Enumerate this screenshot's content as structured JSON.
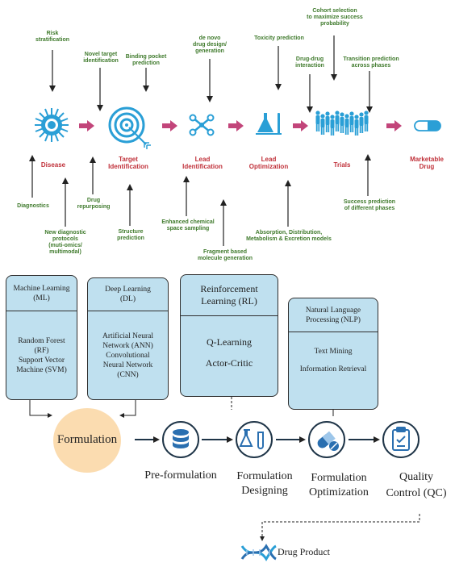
{
  "pipeline": {
    "stages": {
      "disease": "Disease",
      "target": "Target\nIdentification",
      "lead_id": "Lead\nIdentification",
      "lead_opt": "Lead\nOptimization",
      "trials": "Trials",
      "marketable": "Marketable\nDrug"
    },
    "annotations": {
      "risk": "Risk\nstratification",
      "novel_target": "Novel target\nidentification",
      "binding": "Binding pocket\nprediction",
      "denovo": "de novo\ndrug design/\ngeneration",
      "toxicity": "Toxicity prediction",
      "ddi": "Drug-drug\ninteraction",
      "cohort": "Cohort selection\nto maximize success\nprobability",
      "transition": "Transition prediction\nacross phases",
      "diagnostics": "Diagnostics",
      "new_diag": "New diagnostic\nprotocols\n(muti-omics/\nmultimodal)",
      "repurposing": "Drug\nrepurposing",
      "structure": "Structure\nprediction",
      "enhanced": "Enhanced chemical\nspace sampling",
      "fragment": "Fragment based\nmolecule generation",
      "admet": "Absorption, Distribution,\nMetabolism & Excretion models",
      "success": "Success prediction\nof different phases"
    }
  },
  "ml_boxes": {
    "ml": {
      "title": "Machine Learning\n(ML)",
      "body": "Random Forest\n(RF)\nSupport Vector\nMachine (SVM)"
    },
    "dl": {
      "title": "Deep Learning\n(DL)",
      "body": "Artificial Neural\nNetwork (ANN)\nConvolutional\nNeural Network\n(CNN)"
    },
    "rl": {
      "title": "Reinforcement\nLearning (RL)",
      "body": "Q-Learning\n\nActor-Critic"
    },
    "nlp": {
      "title": "Natural Language\nProcessing (NLP)",
      "body": "Text Mining\n\nInformation Retrieval"
    }
  },
  "formulation": {
    "main": "Formulation",
    "steps": {
      "pre": "Pre-formulation",
      "designing": "Formulation\nDesigning",
      "optimization": "Formulation\nOptimization",
      "qc": "Quality\nControl (QC)"
    },
    "product": "Drug Product"
  },
  "colors": {
    "green_text": "#3f7a2c",
    "red_text": "#c0313a",
    "pink_arrow": "#c2457a",
    "box_fill": "#bfe0ef",
    "formulation_circle": "#fbdcb0",
    "dark_navy": "#1f3548"
  },
  "icons": [
    "virus-icon",
    "target-icon",
    "molecule-icon",
    "flask-icon",
    "crowd-icon",
    "pill-capsule-icon",
    "database-icon",
    "beakers-icon",
    "pills-icon",
    "clipboard-check-icon",
    "dna-icon"
  ]
}
